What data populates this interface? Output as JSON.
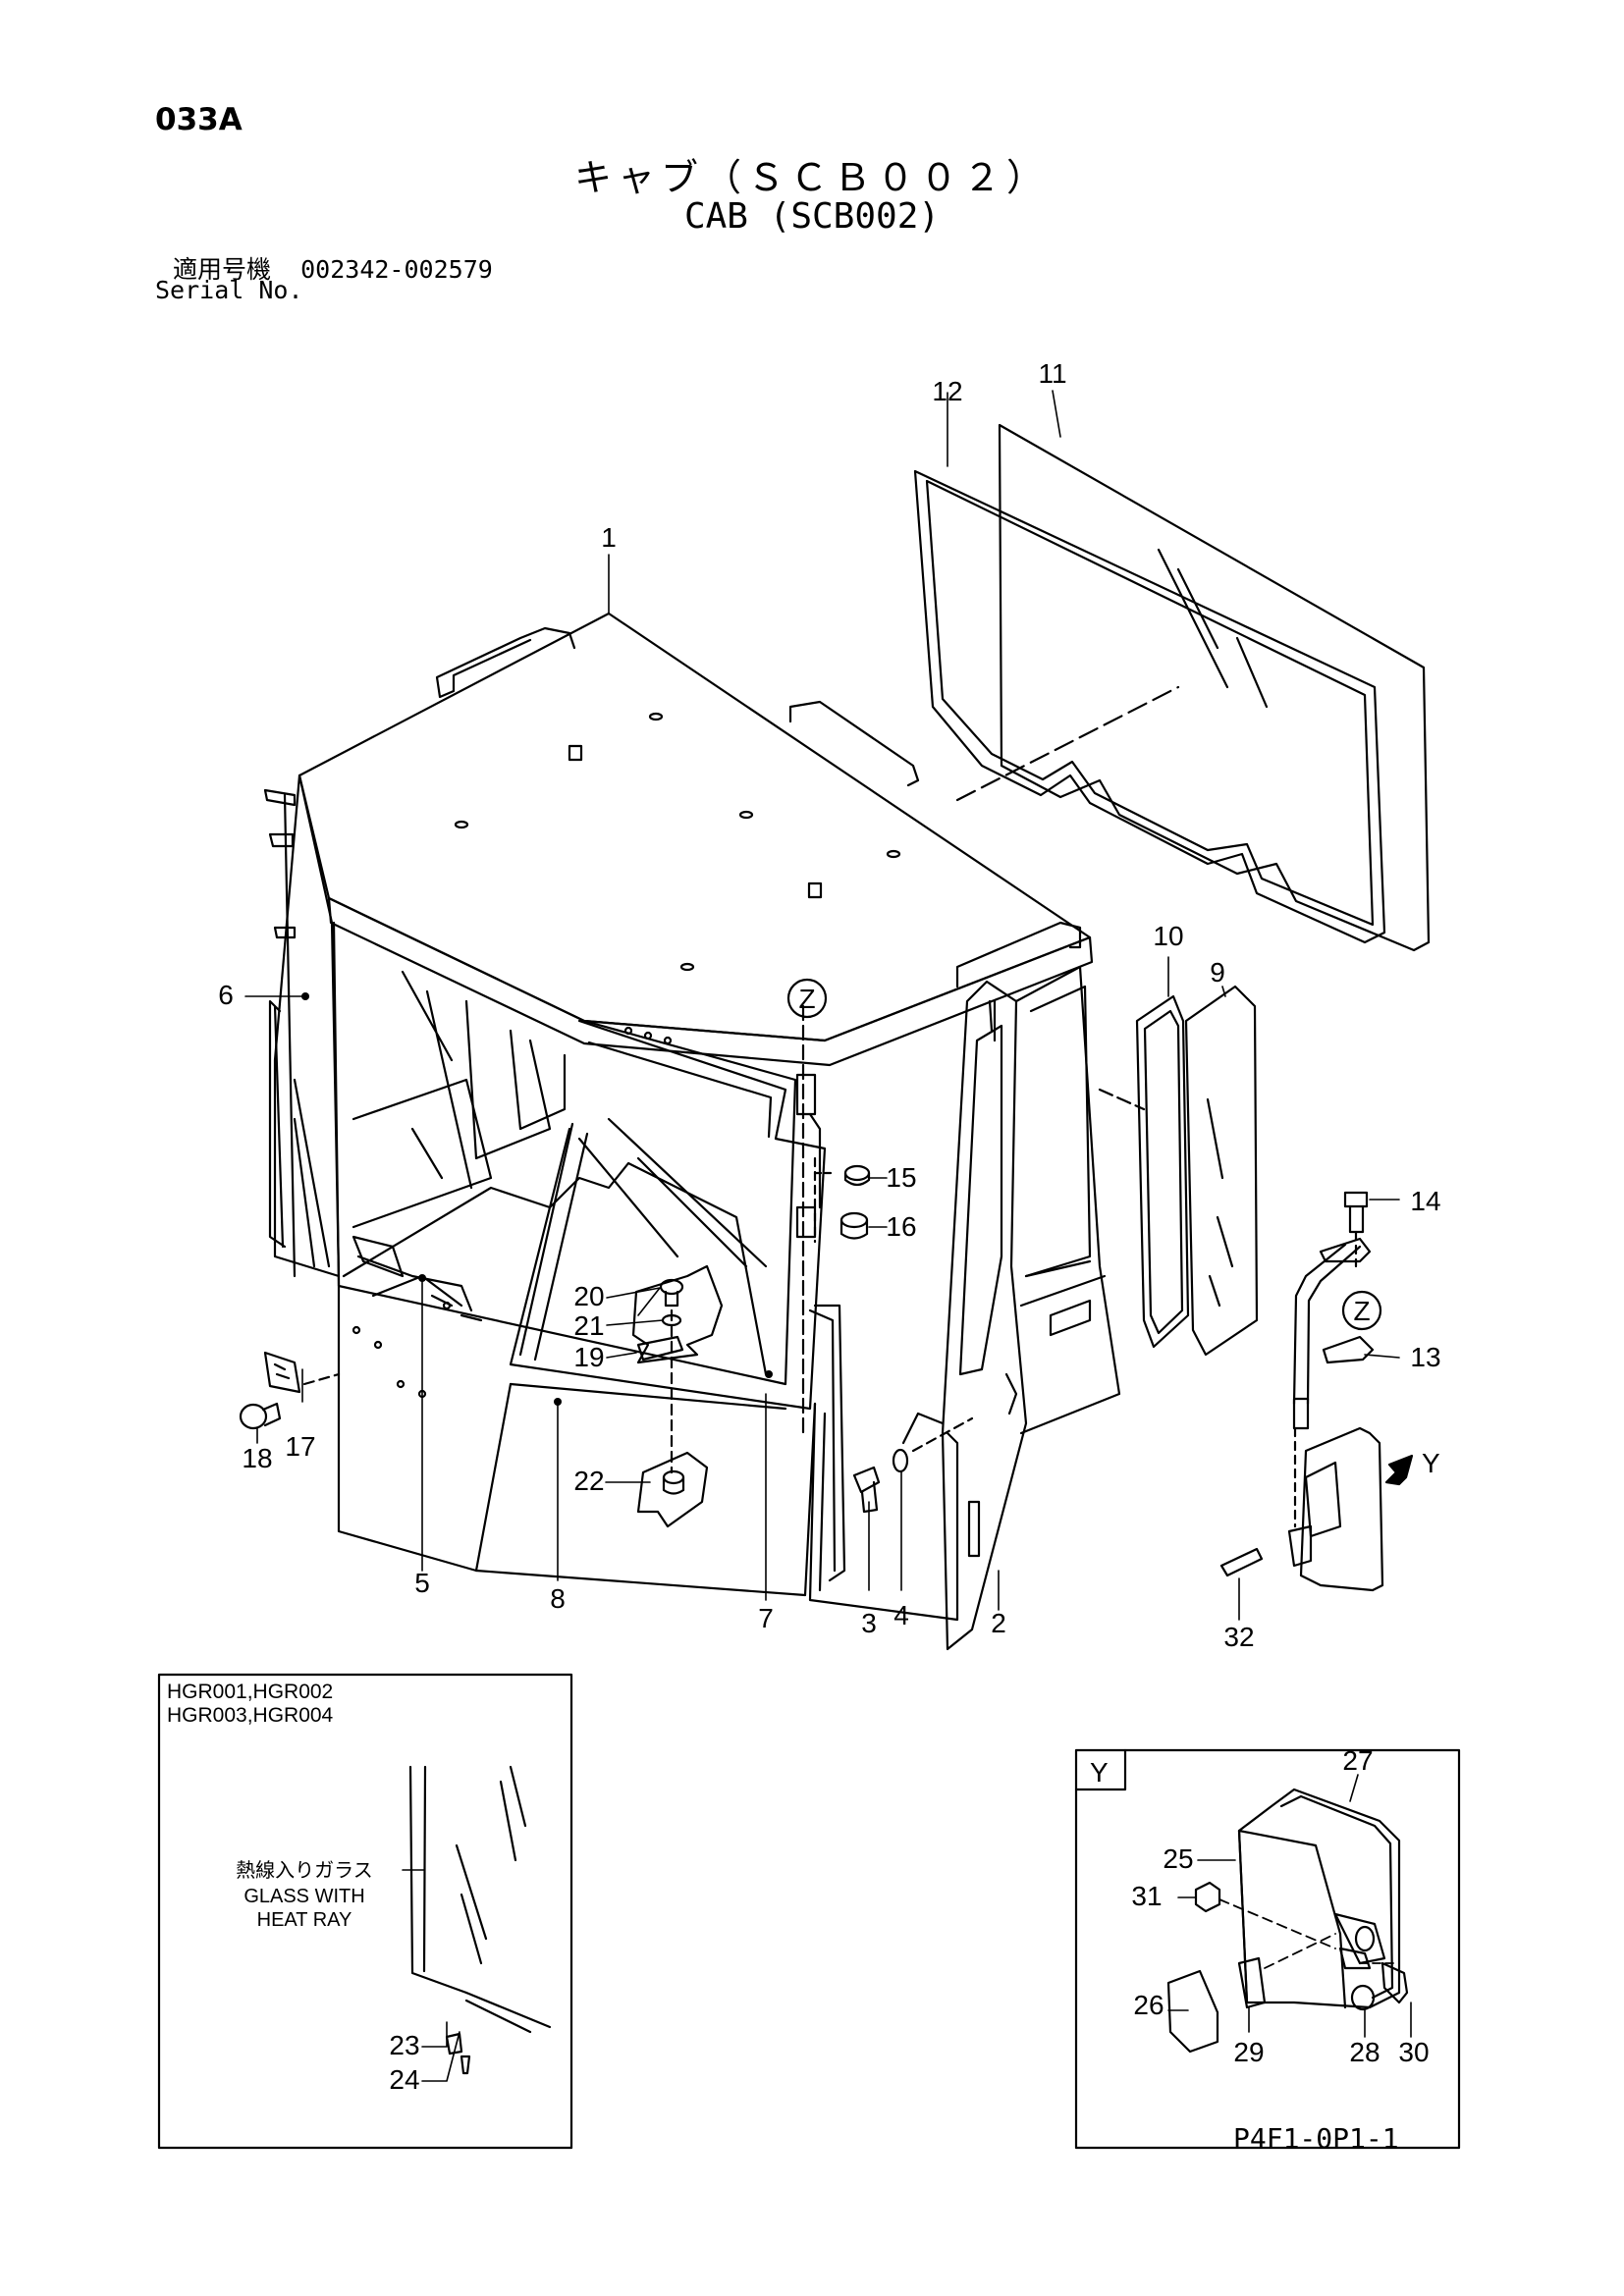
{
  "header": {
    "page_code": "033A",
    "title_jp": "キャブ（ＳＣＢ００２）",
    "title_en": "CAB (SCB002)",
    "serial_label_jp": "適用号機",
    "serial_range": "002342-002579",
    "serial_label_en": "Serial No."
  },
  "callouts": [
    "1",
    "2",
    "3",
    "4",
    "5",
    "6",
    "7",
    "8",
    "9",
    "10",
    "11",
    "12",
    "13",
    "14",
    "15",
    "16",
    "17",
    "18",
    "19",
    "20",
    "21",
    "22",
    "23",
    "24",
    "25",
    "26",
    "27",
    "28",
    "29",
    "30",
    "31",
    "32"
  ],
  "view_markers": {
    "z": "Z",
    "y": "Y"
  },
  "inset_left": {
    "models_line1": "HGR001,HGR002",
    "models_line2": "HGR003,HGR004",
    "label_jp": "熱線入りガラス",
    "label_en_line1": "GLASS WITH",
    "label_en_line2": "HEAT RAY"
  },
  "inset_right": {
    "view_tag": "Y"
  },
  "footer": {
    "code": "P4F1-0P1-1"
  }
}
